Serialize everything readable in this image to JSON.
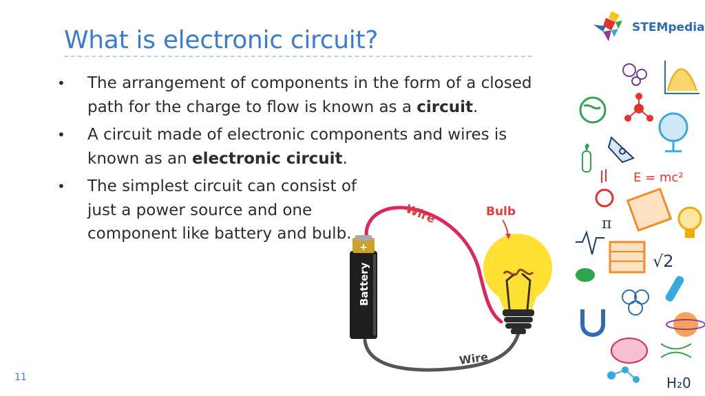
{
  "slide": {
    "title": "What is electronic circuit?",
    "number": "11"
  },
  "logo": {
    "text": "STEMpedia"
  },
  "bullets": [
    {
      "before": "The arrangement of components in the form of a closed path for the charge to flow is known as a ",
      "bold": "circuit",
      "after": "."
    },
    {
      "before": "A circuit made of electronic components and wires is known as an ",
      "bold": "electronic circuit",
      "after": "."
    },
    {
      "before": "The simplest circuit can consist of just a power source and one component like battery and bulb.",
      "bold": "",
      "after": ""
    }
  ],
  "diagram": {
    "wire_top_label": "Wire",
    "wire_bottom_label": "Wire",
    "bulb_label": "Bulb",
    "battery_label": "Battery",
    "battery_plus": "+"
  },
  "doodles": {
    "emc2": "E = mc²",
    "pi": "π",
    "sqrt2": "√2",
    "h2o": "H₂0"
  },
  "colors": {
    "title": "#3b7bd4",
    "red_label": "#e03a3a",
    "wire_red": "#e0245e",
    "wire_grey": "#555555",
    "bulb": "#ffe033"
  }
}
